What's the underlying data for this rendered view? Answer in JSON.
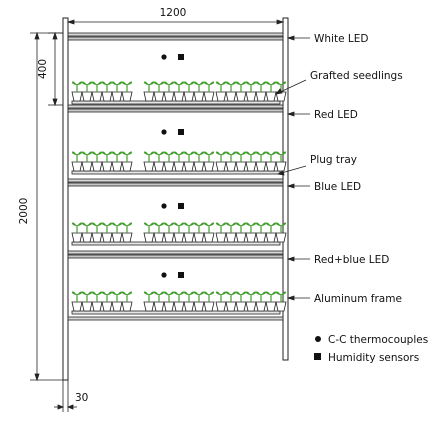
{
  "dimensions": {
    "width": "1200",
    "height": "2000",
    "shelf_spacing": "400",
    "post_width": "30"
  },
  "callouts": {
    "white_led": "White LED",
    "grafted_seedlings": "Grafted seedlings",
    "red_led": "Red LED",
    "plug_tray": "Plug tray",
    "blue_led": "Blue LED",
    "red_blue_led": "Red+blue LED",
    "aluminum_frame": "Aluminum frame"
  },
  "legend": {
    "thermocouples": "C-C thermocouples",
    "humidity_sensors": "Humidity sensors"
  },
  "colors": {
    "frame": "#222222",
    "led_fill": "#c8c8c8",
    "seedling": "#3e9e2a",
    "tray": "#ffffff"
  }
}
